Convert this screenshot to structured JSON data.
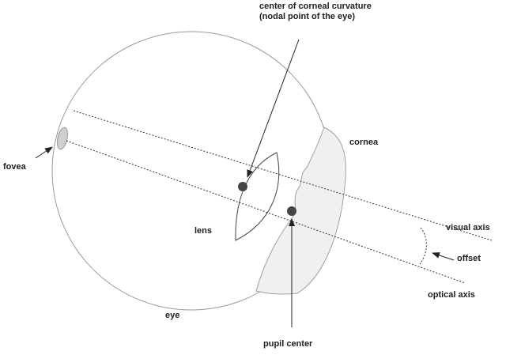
{
  "labels": {
    "center_line1": "center of corneal curvature",
    "center_line2": "(nodal point of the eye)",
    "cornea": "cornea",
    "fovea": "fovea",
    "lens": "lens",
    "visual_axis": "visual axis",
    "offset": "offset",
    "optical_axis": "optical axis",
    "eye": "eye",
    "pupil_center": "pupil center"
  },
  "colors": {
    "outline": "#9a9a9a",
    "cornea_fill": "#f0f0f0",
    "point_fill": "#454545",
    "fovea_fill": "#cfcfcf",
    "line": "#333333",
    "text": "#1e1e1e"
  }
}
